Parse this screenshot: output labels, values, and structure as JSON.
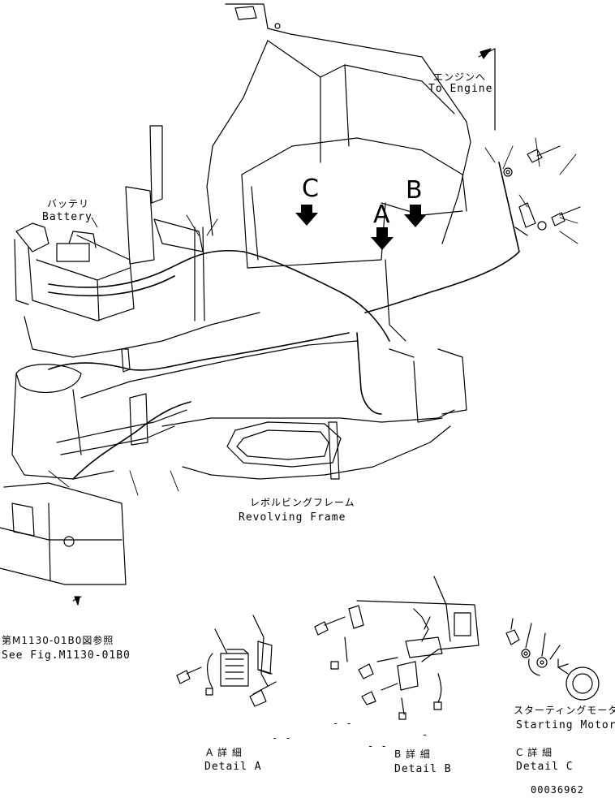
{
  "labels": {
    "engine_jp": "エンジンへ",
    "engine_en": "To Engine",
    "battery_jp": "バッテリ",
    "battery_en": "Battery",
    "frame_jp": "レボルビングフレーム",
    "frame_en": "Revolving Frame",
    "seefig_jp": "第M1130-01B0図参照",
    "seefig_en": "See Fig.M1130-01B0",
    "motor_jp": "スターティングモータ",
    "motor_en": "Starting Motor",
    "detail_a_jp": "A 詳 細",
    "detail_a_en": "Detail A",
    "detail_b_jp": "B 詳 細",
    "detail_b_en": "Detail B",
    "detail_c_jp": "C 詳 細",
    "detail_c_en": "Detail C",
    "marker_a": "A",
    "marker_b": "B",
    "marker_c": "C",
    "dash_1": "- -",
    "dash_2": "- -",
    "dash_3": "- -",
    "dash_4": "-",
    "drawing_no": "00036962"
  },
  "colors": {
    "ink": "#000000",
    "paper": "#ffffff"
  }
}
